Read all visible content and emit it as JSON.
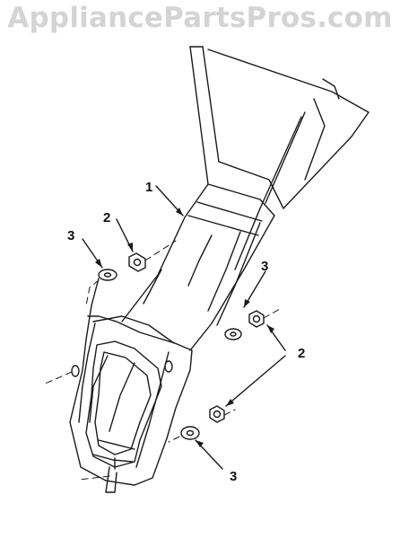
{
  "watermark": "AppliancePartsPros.com",
  "callouts": {
    "part_1": "1",
    "part_2_upper": "2",
    "part_2_right": "2",
    "part_3_left": "3",
    "part_3_right_upper": "3",
    "part_3_bottom": "3"
  },
  "colors": {
    "line": "#1a1a1a",
    "watermark": "#d4d4d4",
    "background": "#ffffff"
  }
}
